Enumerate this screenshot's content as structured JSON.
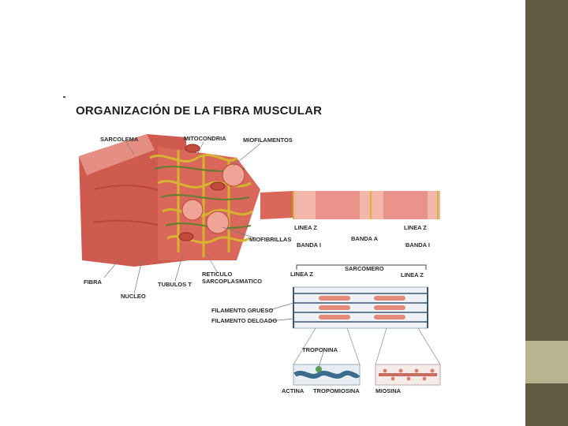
{
  "slide": {
    "title": "ORGANIZACIÓN DE LA FIBRA MUSCULAR",
    "labels": {
      "sarcolema": "SARCOLEMA",
      "mitocondria": "MITOCONDRIA",
      "miofilamentos": "MIOFILAMENTOS",
      "miofibrillas": "MIOFIBRILLAS",
      "fibra": "FIBRA",
      "tubulos_t": "TUBULOS T",
      "reticulo": "RETICULO",
      "sarcoplasmatico": "SARCOPLASMATICO",
      "nucleo": "NUCLEO",
      "linea_z_left": "LINEA Z",
      "linea_z_right": "LINEA Z",
      "banda_a": "BANDA A",
      "banda_i_left": "BANDA I",
      "banda_i_right": "BANDA I",
      "sarcomero": "SARCOMERO",
      "linea_z_lower_left": "LINEA Z",
      "linea_z_lower_right": "LINEA Z",
      "filamento_grueso": "FILAMENTO GRUESO",
      "filamento_delgado": "FILAMENTO DELGADO",
      "troponina": "TROPONINA",
      "actina": "ACTINA",
      "tropomiosina": "TROPOMIOSINA",
      "miosina": "MIOSINA"
    }
  },
  "colors": {
    "sidebar": "#5f5a43",
    "sidebar_accent": "#b7b48f",
    "muscle": "#cf5b4e",
    "muscle_light": "#f2b6aa",
    "reticulum": "#d6b330",
    "tubule": "#5e7f2d"
  }
}
